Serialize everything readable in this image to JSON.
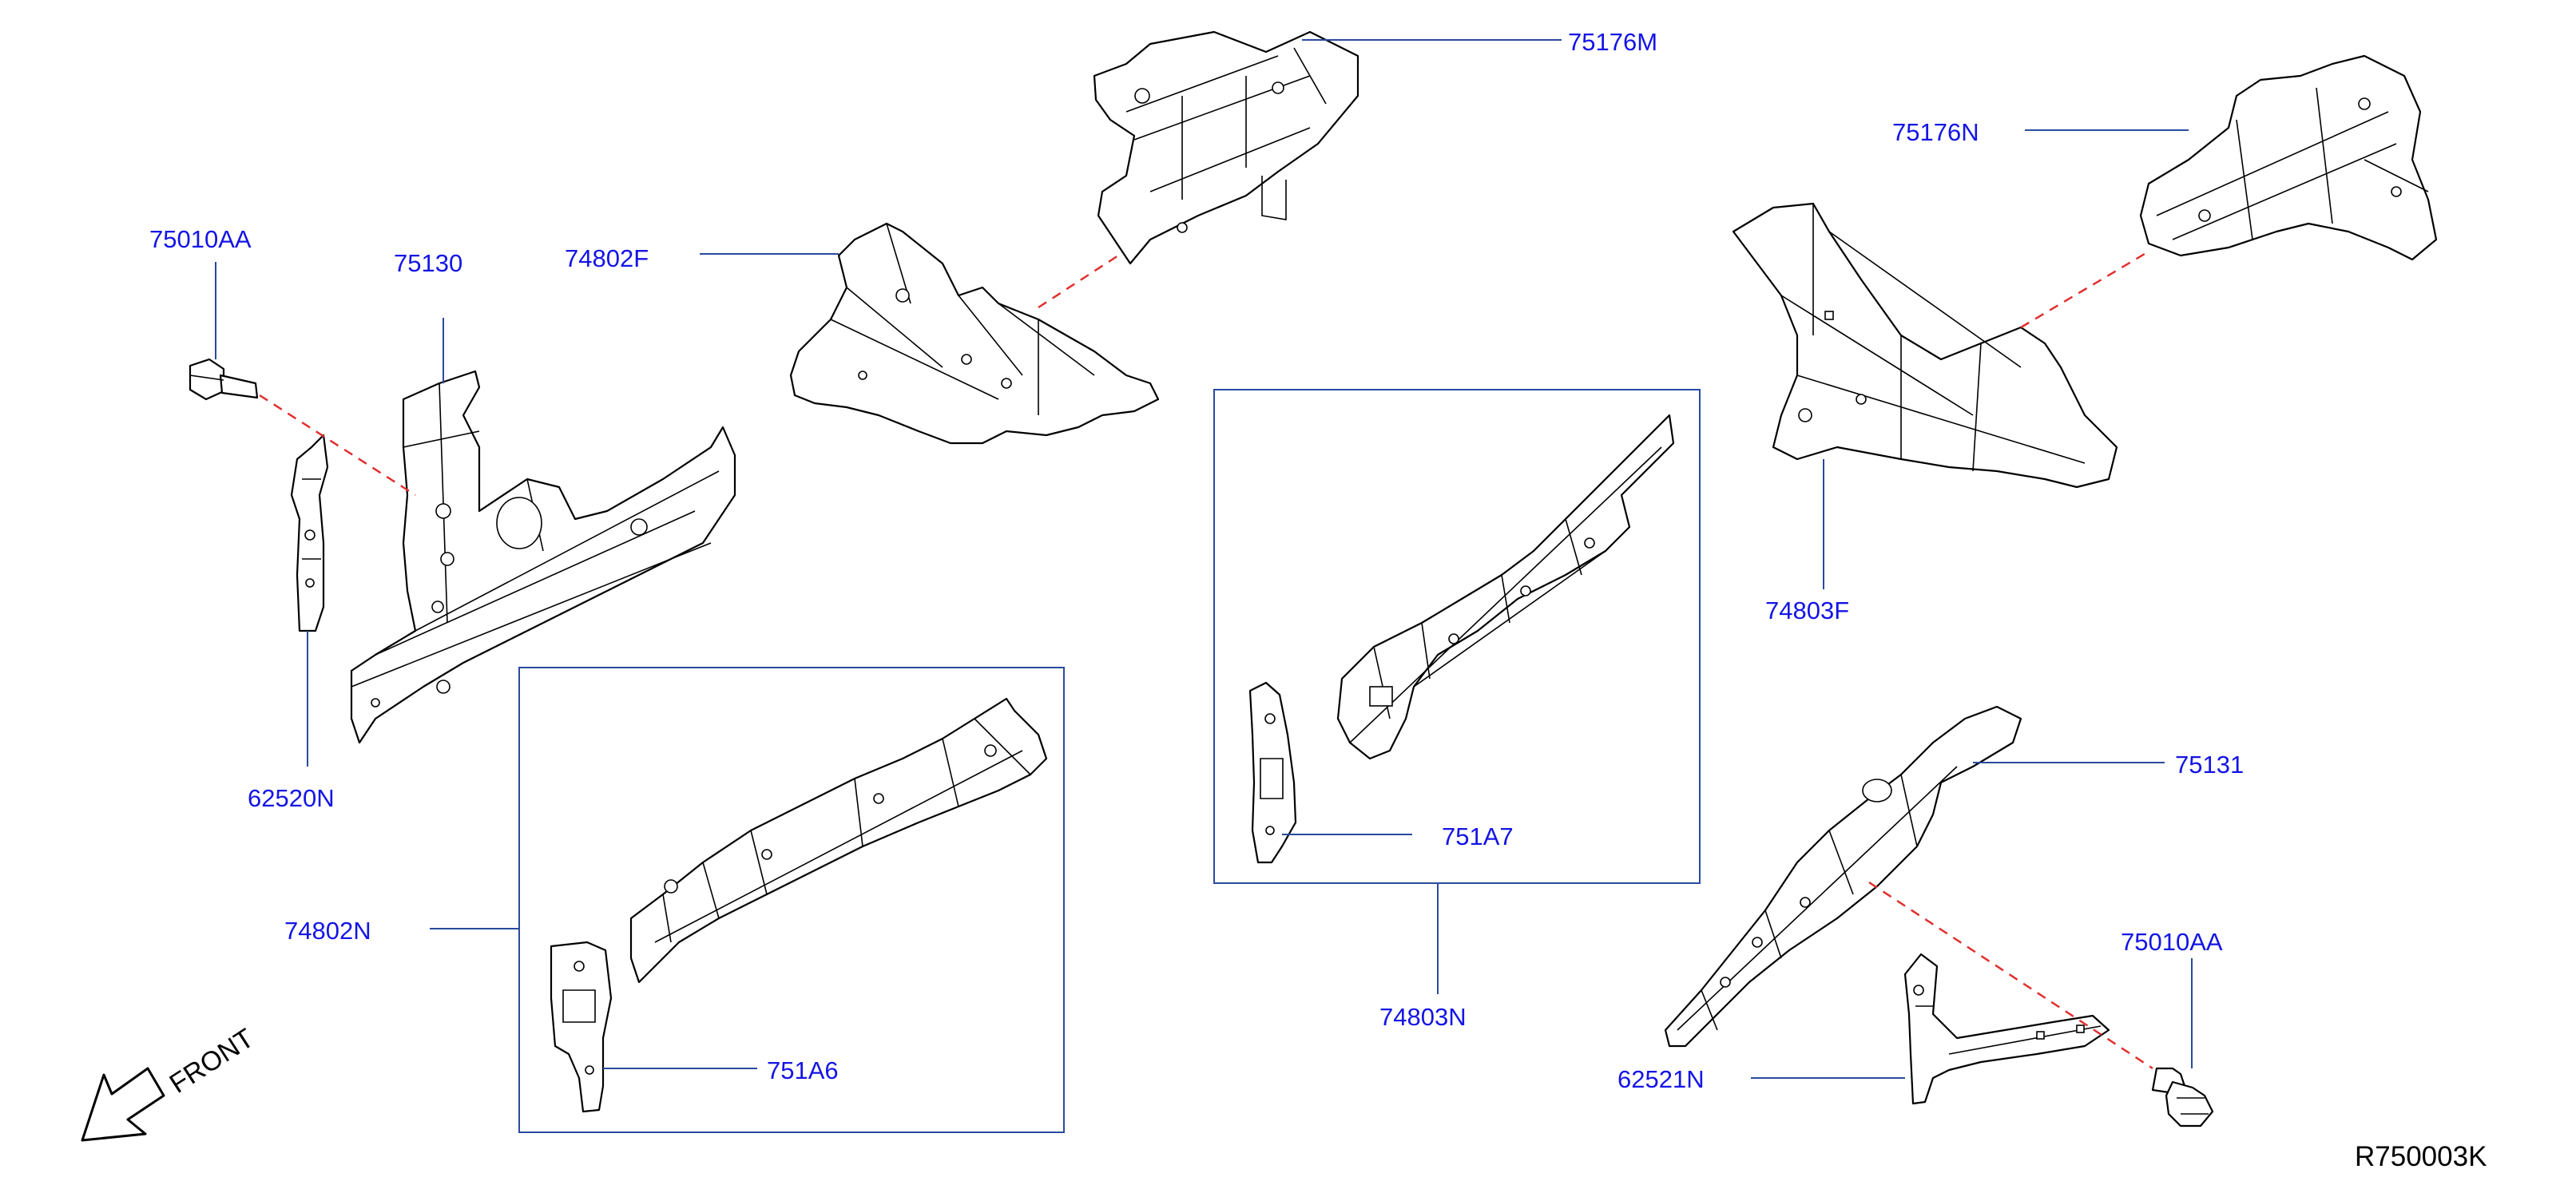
{
  "reference": "R750003K",
  "front_label": "FRONT",
  "labels": {
    "p75176M": "75176M",
    "p75176N": "75176N",
    "p75010AA_left": "75010AA",
    "p75130": "75130",
    "p74802F": "74802F",
    "p74803F": "74803F",
    "p62520N": "62520N",
    "p751A7": "751A7",
    "p75131": "75131",
    "p74802N": "74802N",
    "p751A6": "751A6",
    "p74803N": "74803N",
    "p75010AA_right": "75010AA",
    "p62521N": "62521N"
  },
  "colors": {
    "label_text": "#1414e6",
    "leader_line": "#2a4aa0",
    "dashed_alignment": "#e03030",
    "part_outline": "#000000"
  }
}
